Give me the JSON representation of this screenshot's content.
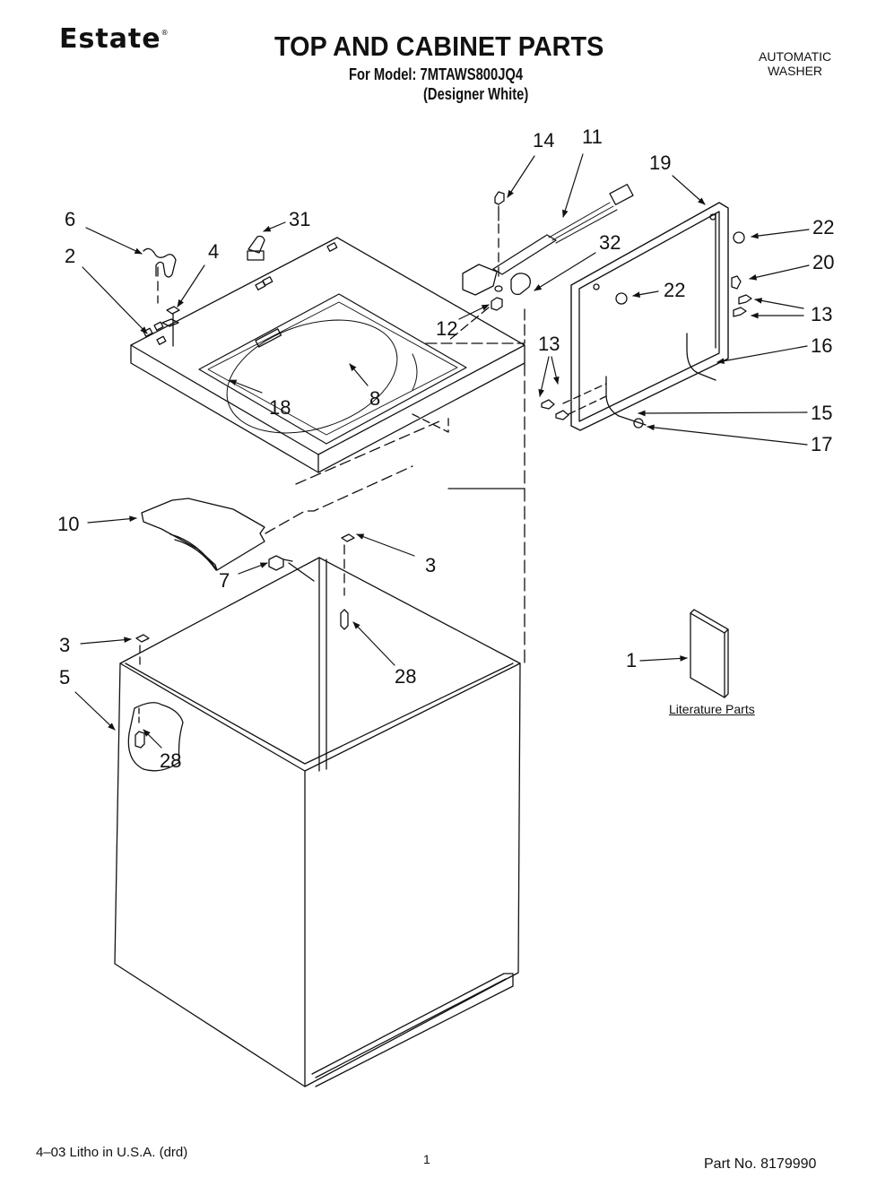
{
  "header": {
    "brand": "Estate",
    "brand_mark": "®",
    "title": "TOP AND CABINET PARTS",
    "model_line": "For Model: 7MTAWS800JQ4",
    "color_line": "(Designer White)",
    "product_type_line1": "AUTOMATIC",
    "product_type_line2": "WASHER"
  },
  "callouts": [
    {
      "id": "c14",
      "text": "14"
    },
    {
      "id": "c11",
      "text": "11"
    },
    {
      "id": "c19",
      "text": "19"
    },
    {
      "id": "c6",
      "text": "6"
    },
    {
      "id": "c31",
      "text": "31"
    },
    {
      "id": "c2",
      "text": "2"
    },
    {
      "id": "c4",
      "text": "4"
    },
    {
      "id": "c32",
      "text": "32"
    },
    {
      "id": "c22a",
      "text": "22"
    },
    {
      "id": "c20",
      "text": "20"
    },
    {
      "id": "c22b",
      "text": "22"
    },
    {
      "id": "c13a",
      "text": "13"
    },
    {
      "id": "c12",
      "text": "12"
    },
    {
      "id": "c13b",
      "text": "13"
    },
    {
      "id": "c16",
      "text": "16"
    },
    {
      "id": "c18",
      "text": "18"
    },
    {
      "id": "c8",
      "text": "8"
    },
    {
      "id": "c15",
      "text": "15"
    },
    {
      "id": "c17",
      "text": "17"
    },
    {
      "id": "c10",
      "text": "10"
    },
    {
      "id": "c3a",
      "text": "3"
    },
    {
      "id": "c7",
      "text": "7"
    },
    {
      "id": "c3b",
      "text": "3"
    },
    {
      "id": "c28a",
      "text": "28"
    },
    {
      "id": "c5",
      "text": "5"
    },
    {
      "id": "c28b",
      "text": "28"
    },
    {
      "id": "c1",
      "text": "1"
    }
  ],
  "literature_label": "Literature Parts",
  "footer": {
    "litho": "4–03 Litho in U.S.A. (drd)",
    "page": "1",
    "part_no": "Part No. 8179990"
  }
}
